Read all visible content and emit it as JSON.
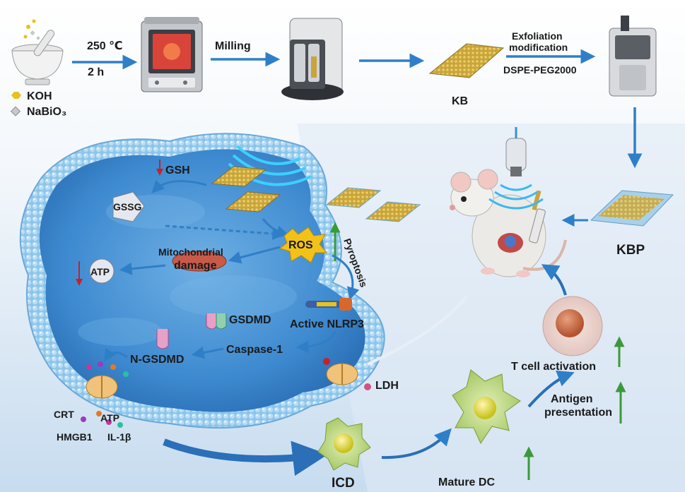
{
  "synthesis": {
    "temperature": "250 ℃",
    "duration": "2 h",
    "milling": "Milling",
    "reagent_1": "KOH",
    "reagent_2": "NaBiO₃",
    "exfoliation_line1": "Exfoliation",
    "exfoliation_line2": "modification",
    "peg": "DSPE-PEG2000",
    "kb": "KB",
    "kbp": "KBP"
  },
  "cell": {
    "gsh": "GSH",
    "gssg": "GSSG",
    "ros": "ROS",
    "pyroptosis": "Pyroptosis",
    "mito_line1": "Mitochondrial",
    "mito_line2": "damage",
    "atp": "ATP",
    "gsdmd": "GSDMD",
    "nlrp3": "Active NLRP3",
    "caspase": "Caspase-1",
    "ngsdmd": "N-GSDMD",
    "ldh": "LDH",
    "crt": "CRT",
    "atp_release": "ATP",
    "hmgb1": "HMGB1",
    "il1b": "IL-1β"
  },
  "immune": {
    "icd": "ICD",
    "mature_dc": "Mature  DC",
    "antigen_line1": "Antigen",
    "antigen_line2": "presentation",
    "tcell": "T cell activation"
  },
  "colors": {
    "arrow_blue": "#2f7fc8",
    "up_green": "#3a9a3a",
    "down_red": "#c8202a",
    "membrane": "#7fbde6",
    "cytoplasm": "#3f8fd0",
    "ros_yellow": "#f2c21a",
    "dc_green": "#b9d67a"
  }
}
